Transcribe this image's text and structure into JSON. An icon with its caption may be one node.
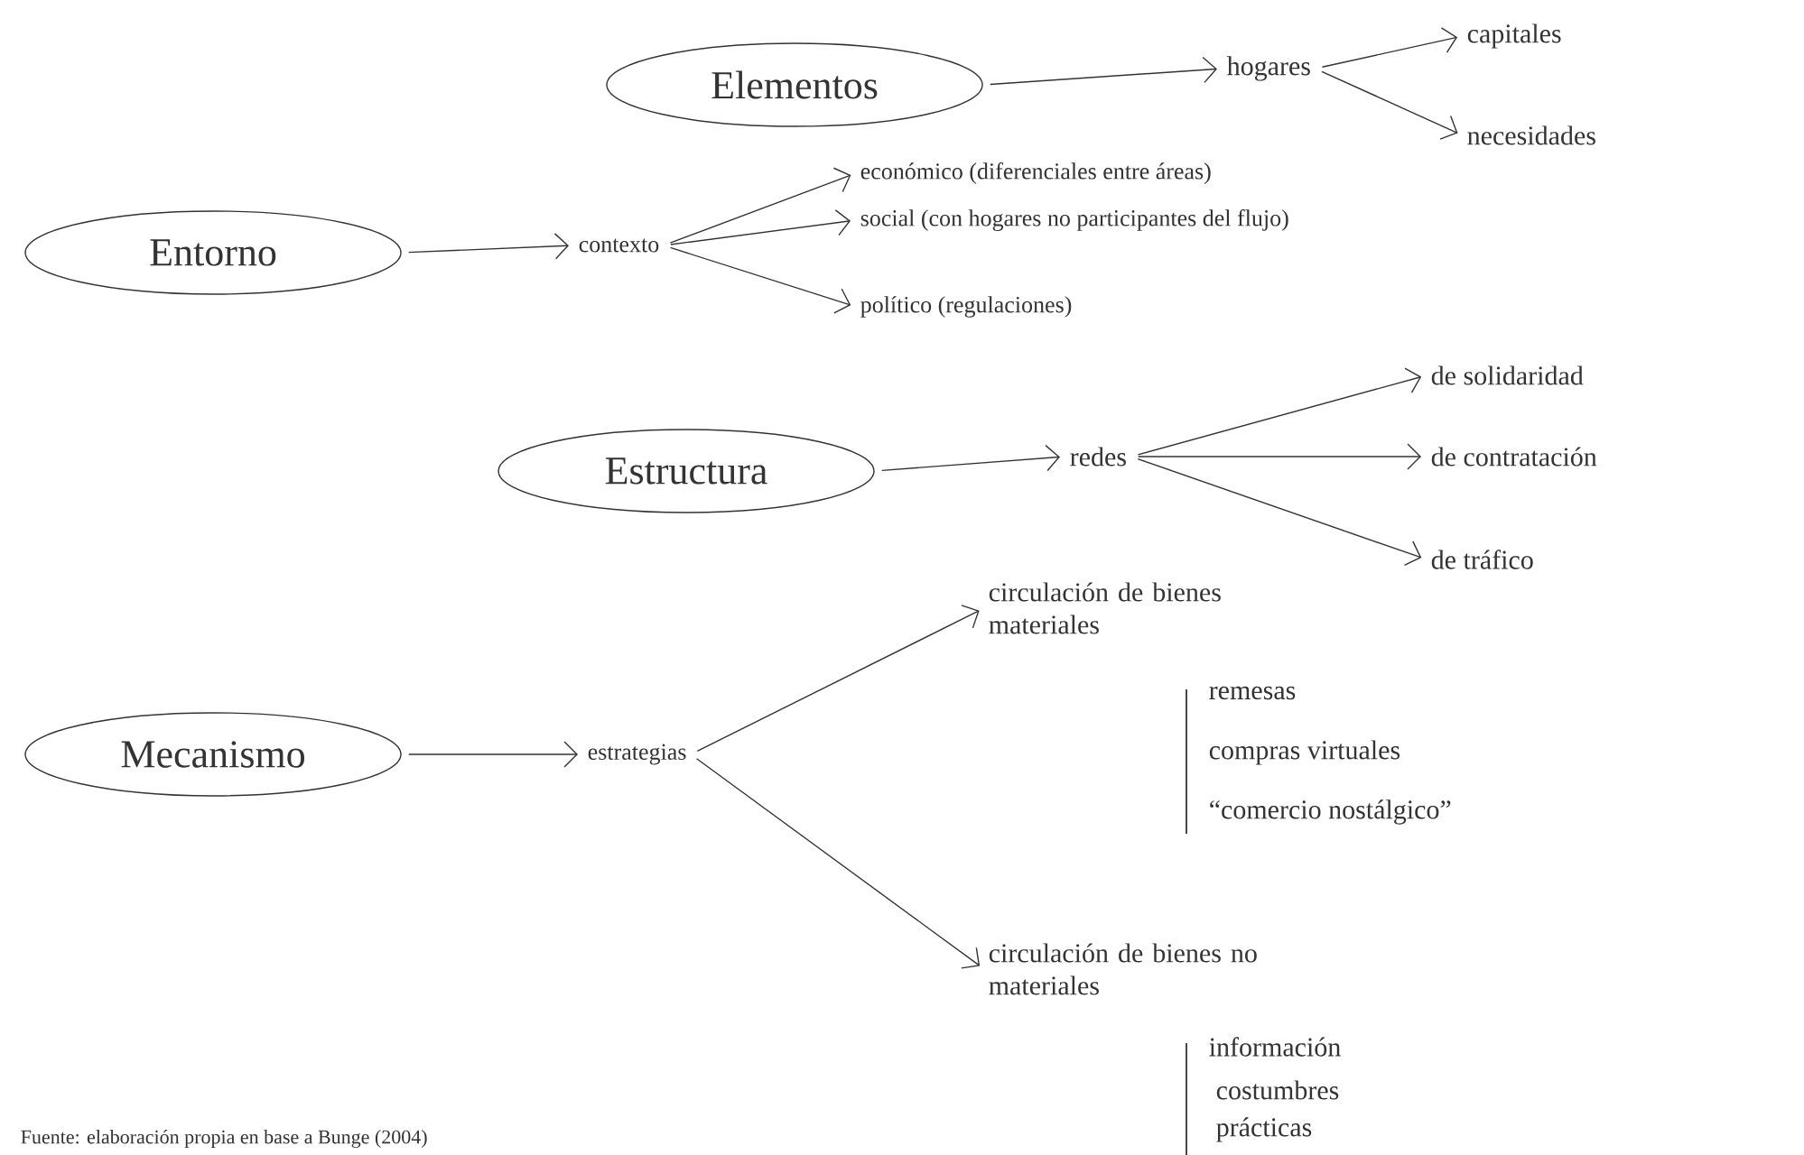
{
  "diagram": {
    "caption": "Fuente: elaboración propia en base a Bunge (2004)",
    "nodes": [
      {
        "text": [
          "Elementos"
        ]
      },
      {
        "text": [
          "hogares"
        ]
      },
      {
        "text": [
          "capitales"
        ]
      },
      {
        "text": [
          "necesidades"
        ]
      },
      {
        "text": [
          "Entorno"
        ]
      },
      {
        "text": [
          "contexto"
        ]
      },
      {
        "text": [
          "económico (diferenciales entre áreas)"
        ]
      },
      {
        "text": [
          "social (con hogares no participantes del flujo)"
        ]
      },
      {
        "text": [
          "político (regulaciones)"
        ]
      },
      {
        "text": [
          "Estructura"
        ]
      },
      {
        "text": [
          "redes"
        ]
      },
      {
        "text": [
          "de solidaridad"
        ]
      },
      {
        "text": [
          "de contratación"
        ]
      },
      {
        "text": [
          "de tráfico"
        ]
      },
      {
        "text": [
          "Mecanismo"
        ]
      },
      {
        "text": [
          "estrategias"
        ]
      },
      {
        "text": [
          "circulación de bienes materiales"
        ]
      },
      {
        "text": [
          "circulación de bienes no materiales"
        ]
      }
    ],
    "edges": [
      {
        "from": 0,
        "to": 1,
        "arrow": "to"
      },
      {
        "from": 1,
        "to": 2,
        "arrow": "to"
      },
      {
        "from": 1,
        "to": 3,
        "arrow": "to"
      },
      {
        "from": 4,
        "to": 5,
        "arrow": "to"
      },
      {
        "from": 5,
        "to": 6,
        "arrow": "to"
      },
      {
        "from": 5,
        "to": 7,
        "arrow": "to"
      },
      {
        "from": 5,
        "to": 8,
        "arrow": "to"
      },
      {
        "from": 9,
        "to": 10,
        "arrow": "to"
      },
      {
        "from": 10,
        "to": 11,
        "arrow": "to"
      },
      {
        "from": 10,
        "to": 12,
        "arrow": "to"
      },
      {
        "from": 10,
        "to": 13,
        "arrow": "to"
      },
      {
        "from": 14,
        "to": 15,
        "arrow": "to"
      },
      {
        "from": 15,
        "to": 16,
        "arrow": "to"
      },
      {
        "from": 15,
        "to": 17,
        "arrow": "to"
      }
    ],
    "labels": [
      "remesas",
      "compras virtuales",
      "“comercio nostálgico”",
      "información",
      "costumbres",
      "prácticas"
    ]
  }
}
